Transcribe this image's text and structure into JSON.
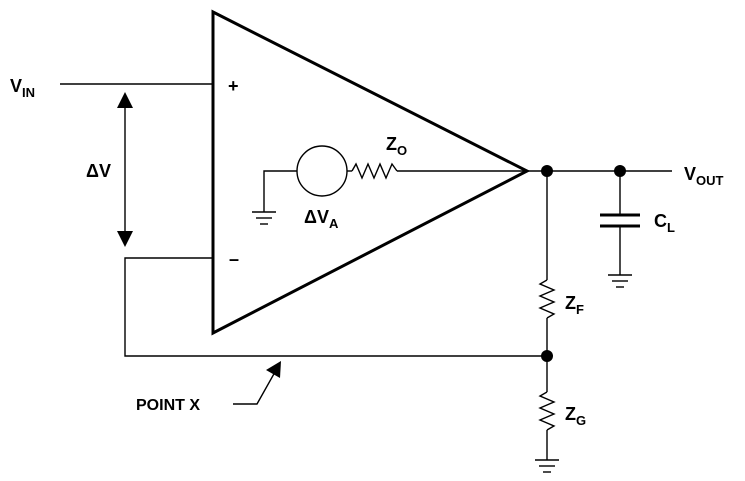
{
  "labels": {
    "vin": {
      "main": "V",
      "sub": "IN"
    },
    "vout": {
      "main": "V",
      "sub": "OUT"
    },
    "delta_v": "ΔV",
    "delta_va": {
      "main": "ΔV",
      "sub": "A"
    },
    "zo": {
      "main": "Z",
      "sub": "O"
    },
    "zf": {
      "main": "Z",
      "sub": "F"
    },
    "zg": {
      "main": "Z",
      "sub": "G"
    },
    "cl": {
      "main": "C",
      "sub": "L"
    },
    "plus": "+",
    "minus": "–",
    "point_x": "POINT X"
  }
}
